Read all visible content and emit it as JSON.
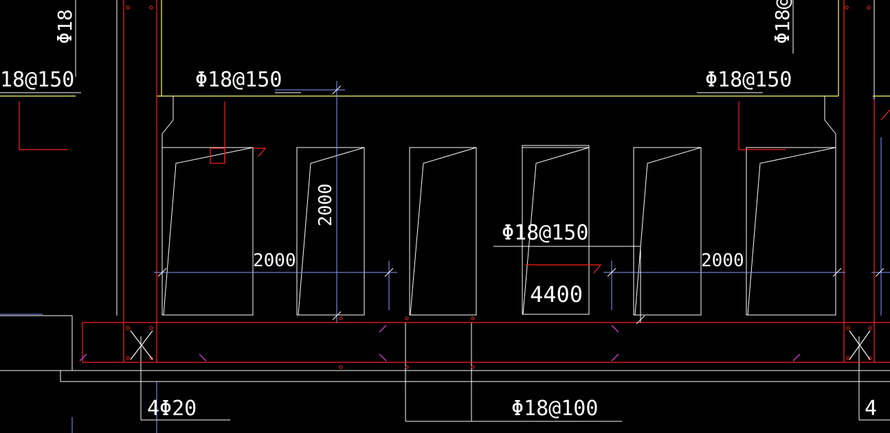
{
  "drawing": {
    "background": "#000000",
    "colors": {
      "outline": "#ffffff",
      "rebar": "#ff2020",
      "level_line": "#ffff66",
      "dimension": "#8aa0ff",
      "stirrup_hook": "#cc33cc"
    },
    "rebar_labels": {
      "left_vertical": "Φ18",
      "right_vertical": "Φ18@",
      "top_left_partial": "18@150",
      "top_left": "Φ18@150",
      "top_right": "Φ18@150",
      "mid": "Φ18@150",
      "bottom_mid": "Φ18@100",
      "bottom_left": "4Φ20",
      "bottom_right_partial": "4"
    },
    "dimensions": {
      "left_span": "2000",
      "vertical_height": "2000",
      "middle_span": "4400",
      "right_span": "2000"
    }
  }
}
